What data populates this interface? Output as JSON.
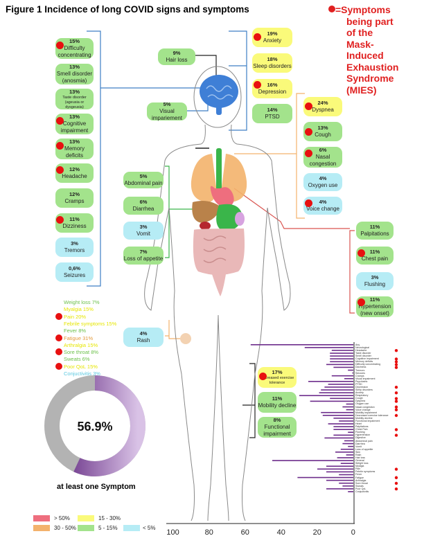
{
  "title": "Figure 1 Incidence of long COVID signs and symptoms",
  "mies_note": {
    "line1": "=Symptoms",
    "rest": [
      "being part",
      "of the",
      "Mask-",
      "Induced",
      "Exhaustion",
      "Syndrome (MIES)"
    ]
  },
  "colors": {
    "g": "#a3e38c",
    "y": "#fafa7a",
    "c": "#b6ecf5",
    "o": "#f3b26c",
    "red": "#e81010",
    "purple": "#6b2a8a",
    "brain": "#3f7fd6",
    "blueLine": "#3d7ec4",
    "orangeLine": "#f3b26c",
    "greenLine": "#3ab54a",
    "redLine": "#d9534f"
  },
  "neuro": [
    {
      "pct": "15%",
      "label": "Difficulty concentrating",
      "dot": true
    },
    {
      "pct": "13%",
      "label": "Smell disorder (anosmia)",
      "dot": false
    },
    {
      "pct": "13%",
      "label": "Taste disorder (ageusia or dysgeusia)",
      "dot": false,
      "tiny": true
    },
    {
      "pct": "13%",
      "label": "Cognitive impairment",
      "dot": true
    },
    {
      "pct": "13%",
      "label": "Memory deficits",
      "dot": true
    },
    {
      "pct": "12%",
      "label": "Headache",
      "dot": true
    },
    {
      "pct": "12%",
      "label": "Cramps",
      "dot": false
    },
    {
      "pct": "11%",
      "label": "Dizziness",
      "dot": true
    },
    {
      "pct": "3%",
      "label": "Tremors",
      "dot": false
    },
    {
      "pct": "0,6%",
      "label": "Seizures",
      "dot": false
    }
  ],
  "hair": {
    "pct": "9%",
    "label": "Hair loss"
  },
  "visual": {
    "pct": "5%",
    "label": "Visual impariement"
  },
  "psych": [
    {
      "pct": "19%",
      "label": "Anxiety",
      "dot": true
    },
    {
      "pct": "18%",
      "label": "Sleep disorders",
      "dot": false
    },
    {
      "pct": "16%",
      "label": "Depression",
      "dot": true
    },
    {
      "pct": "14%",
      "label": "PTSD",
      "dot": false
    }
  ],
  "resp": [
    {
      "pct": "24%",
      "label": "Dyspnea",
      "dot": true
    },
    {
      "pct": "13%",
      "label": "Cough",
      "dot": true
    },
    {
      "pct": "6%",
      "label": "Nasal congestion",
      "dot": true
    },
    {
      "pct": "4%",
      "label": "Oxygen use",
      "dot": false
    },
    {
      "pct": "4%",
      "label": "Voice change",
      "dot": true
    }
  ],
  "gi": [
    {
      "pct": "5%",
      "label": "Abdominal pain"
    },
    {
      "pct": "6%",
      "label": "Diarrhea"
    },
    {
      "pct": "3%",
      "label": "Vomit"
    },
    {
      "pct": "7%",
      "label": "Loss of appetite"
    }
  ],
  "cardio": [
    {
      "pct": "11%",
      "label": "Palpitations",
      "dot": false
    },
    {
      "pct": "11%",
      "label": "Chest pain",
      "dot": true
    },
    {
      "pct": "3%",
      "label": "Flushing",
      "dot": false
    },
    {
      "pct": "11%",
      "label": "Hypertension (new onset)",
      "dot": true
    }
  ],
  "rash": {
    "pct": "4%",
    "label": "Rash"
  },
  "general": [
    {
      "text": "Weight loss 7%",
      "color": "#6cc04a",
      "dot": false
    },
    {
      "text": "Myalgia 15%",
      "color": "#e6e600",
      "dot": false
    },
    {
      "text": "Pain 20%",
      "color": "#e6e600",
      "dot": true
    },
    {
      "text": "Febrile symptoms 15%",
      "color": "#e6e600",
      "dot": false
    },
    {
      "text": "Fever 8%",
      "color": "#6cc04a",
      "dot": false
    },
    {
      "text": "Fatigue 31%",
      "color": "#e39a3a",
      "dot": true
    },
    {
      "text": "Arthralgia 15%",
      "color": "#e6e600",
      "dot": false
    },
    {
      "text": "Sore throat 8%",
      "color": "#6cc04a",
      "dot": true
    },
    {
      "text": "Sweats 6%",
      "color": "#6cc04a",
      "dot": false
    },
    {
      "text": "Poor QoL 15%",
      "color": "#e6e600",
      "dot": true
    },
    {
      "text": "Conjuctivitis 3%",
      "color": "#5bc8e0",
      "dot": false
    }
  ],
  "donut": {
    "value": 56.9,
    "label": "56.9%",
    "caption": "at least one Symptom"
  },
  "function": [
    {
      "pct": "17%",
      "label": "Decreased exercise tolerance",
      "dot": true,
      "color": "y"
    },
    {
      "pct": "11%",
      "label": "Mobility decline",
      "dot": false,
      "color": "g"
    },
    {
      "pct": "8%",
      "label": "Functional impairment",
      "dot": false,
      "color": "g"
    }
  ],
  "legend": [
    {
      "text": "> 50%",
      "color": "#ee6e7e"
    },
    {
      "text": "15 - 30%",
      "color": "#fafa7a"
    },
    {
      "text": "30 - 50%",
      "color": "#f3b26c"
    },
    {
      "text": "5 - 15%",
      "color": "#a3e38c"
    },
    {
      "text": "< 5%",
      "color": "#b6ecf5"
    }
  ],
  "chart_data": {
    "type": "bar",
    "orientation": "horizontal",
    "x_ticks": [
      "100",
      "80",
      "60",
      "40",
      "20",
      "0"
    ],
    "xlim": [
      100,
      0
    ],
    "categories": [
      "Any",
      "Neurological",
      "Headache",
      "Taste disorder",
      "Smell disorder",
      "Cognitive impairment",
      "Memory deficits",
      "Difficulty concentrating",
      "Dizziness",
      "Tremors",
      "Seizures",
      "Cramps",
      "Visual impairment",
      "Psychiatric",
      "PTSD",
      "Depression",
      "Sleep disorders",
      "Anxiety",
      "Respiratory",
      "Cough",
      "Dyspnea",
      "Oxygen use",
      "Nasal congestion",
      "Voice change",
      "Mobility impairment",
      "Decreased exercise tolerance",
      "Mobility decline",
      "Functional impairment",
      "Heart",
      "Palpitations",
      "Chest Pain",
      "Flushing",
      "Hypertension",
      "Digestive",
      "Abdominal pain",
      "Diarrhea",
      "Vomit",
      "Loss of appetite",
      "Skin",
      "Rash",
      "Hair loss",
      "General",
      "Weight loss",
      "Myalgia",
      "Pain",
      "Febrile symptoms",
      "Fever",
      "Fatigue",
      "Arthralgia",
      "Sore throat",
      "Sweats",
      "Poor QoL",
      "Conjuctivitis"
    ],
    "values": [
      57,
      27,
      12,
      13,
      13,
      13,
      13,
      15,
      11,
      3,
      0.6,
      12,
      5,
      25,
      14,
      16,
      18,
      19,
      30,
      13,
      24,
      4,
      6,
      4,
      18,
      17,
      11,
      8,
      14,
      11,
      11,
      3,
      11,
      16,
      5,
      6,
      3,
      7,
      10,
      4,
      9,
      45,
      7,
      15,
      20,
      15,
      8,
      31,
      15,
      8,
      6,
      15,
      3
    ],
    "mies": [
      2,
      5,
      6,
      7,
      8,
      15,
      17,
      19,
      20,
      22,
      23,
      25,
      30,
      32,
      44,
      47,
      49,
      51
    ]
  }
}
